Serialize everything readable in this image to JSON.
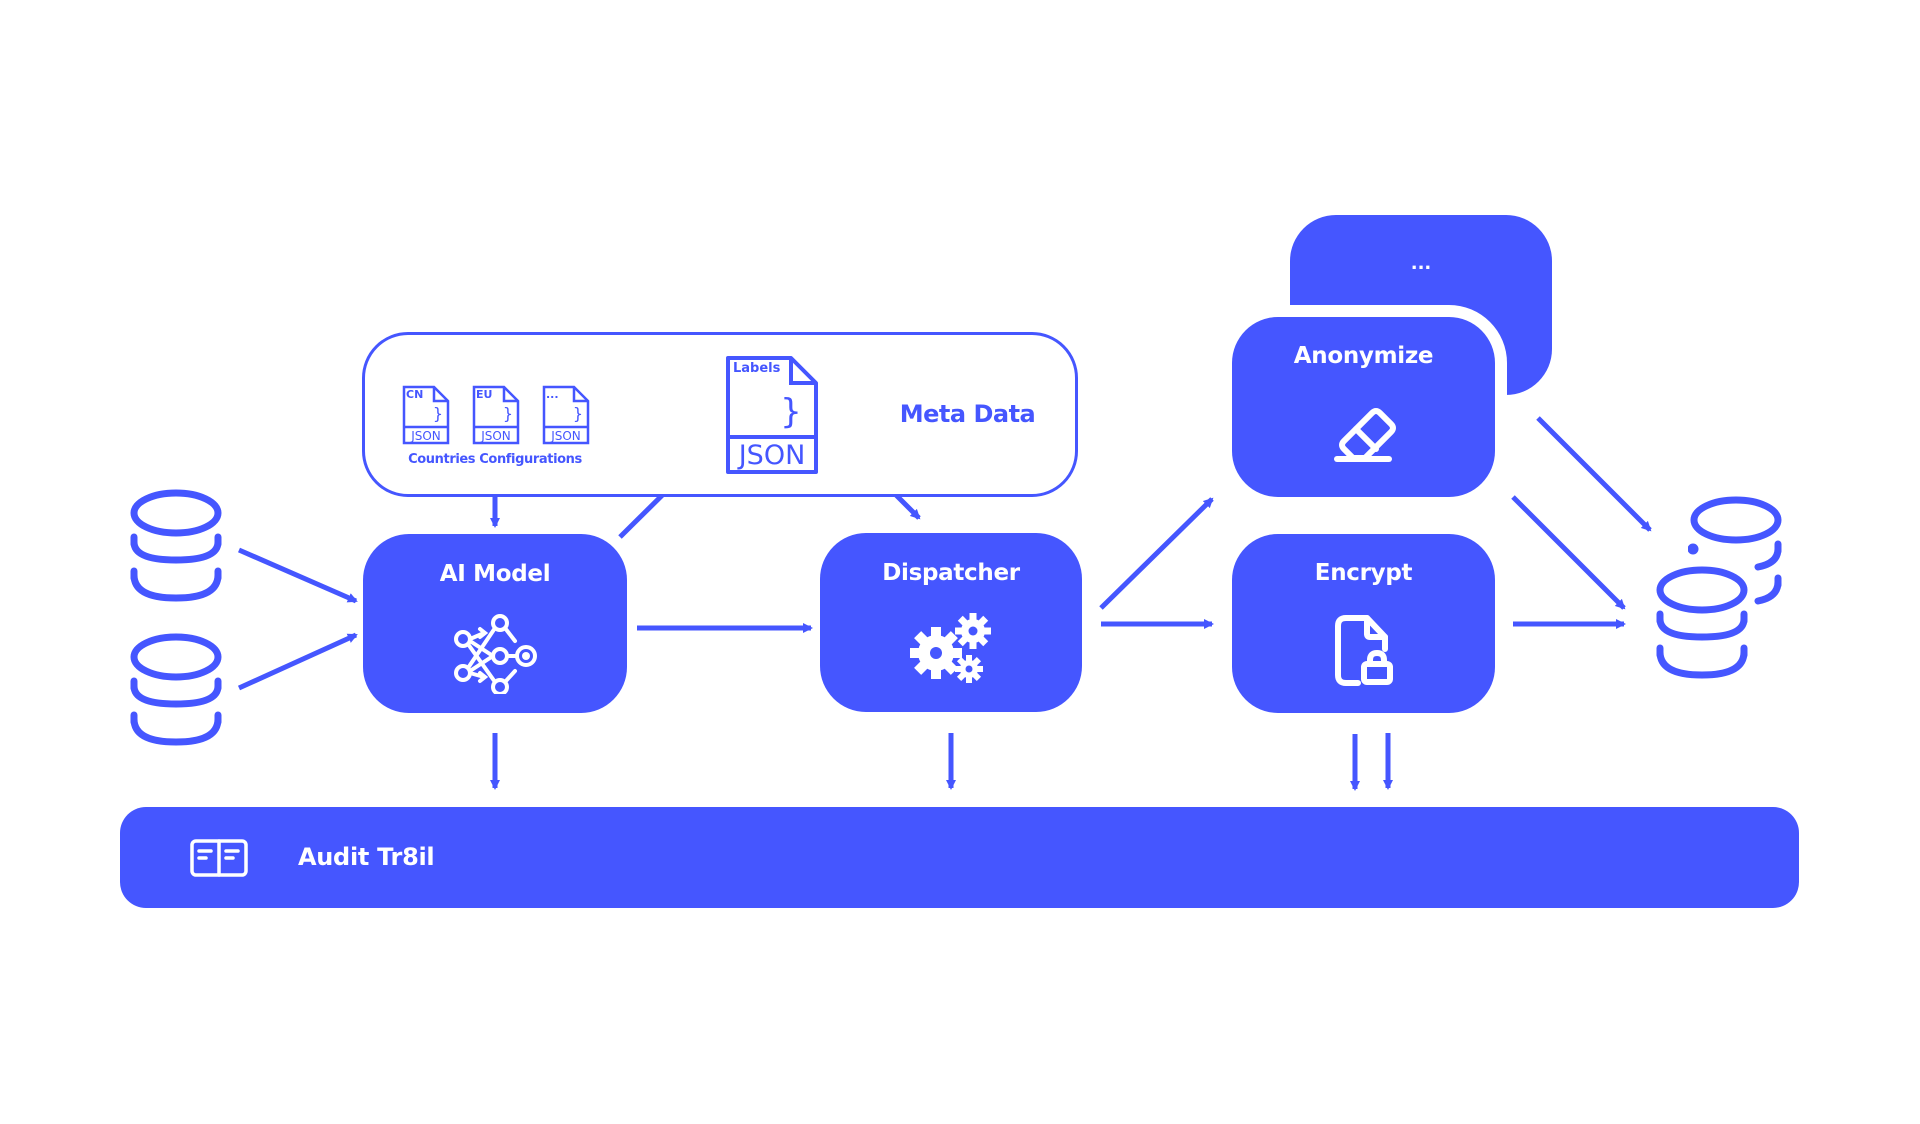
{
  "diagram": {
    "accent_color": "#4556FF",
    "background_color": "#FFFFFF",
    "meta_data": {
      "title": "Meta Data",
      "countries_caption": "Countries Configurations",
      "country_configs": [
        {
          "tag": "CN",
          "type": "JSON"
        },
        {
          "tag": "EU",
          "type": "JSON"
        },
        {
          "tag": "...",
          "type": "JSON"
        }
      ],
      "labels_doc": {
        "tag": "Labels",
        "type": "JSON"
      }
    },
    "nodes": {
      "ai_model": {
        "title": "AI Model",
        "icon": "neural-network-icon"
      },
      "dispatcher": {
        "title": "Dispatcher",
        "icon": "gears-icon"
      },
      "anonymize": {
        "title": "Anonymize",
        "icon": "eraser-icon"
      },
      "encrypt": {
        "title": "Encrypt",
        "icon": "file-lock-icon"
      },
      "more": {
        "title": "..."
      }
    },
    "audit": {
      "title": "Audit Tr8il",
      "icon": "book-open-icon"
    },
    "sources": [
      {
        "icon": "database-icon"
      },
      {
        "icon": "database-icon"
      }
    ],
    "targets": [
      {
        "icon": "database-icon"
      },
      {
        "icon": "database-icon"
      }
    ],
    "edges": [
      {
        "from": "source-1",
        "to": "ai_model"
      },
      {
        "from": "source-2",
        "to": "ai_model"
      },
      {
        "from": "countries_configurations",
        "to": "ai_model"
      },
      {
        "from": "ai_model",
        "to": "labels_doc"
      },
      {
        "from": "labels_doc",
        "to": "dispatcher"
      },
      {
        "from": "ai_model",
        "to": "dispatcher"
      },
      {
        "from": "dispatcher",
        "to": "anonymize"
      },
      {
        "from": "dispatcher",
        "to": "encrypt"
      },
      {
        "from": "more",
        "to": "target"
      },
      {
        "from": "anonymize",
        "to": "target"
      },
      {
        "from": "encrypt",
        "to": "target"
      },
      {
        "from": "ai_model",
        "to": "audit"
      },
      {
        "from": "dispatcher",
        "to": "audit"
      },
      {
        "from": "encrypt",
        "to": "audit"
      },
      {
        "from": "encrypt",
        "to": "audit"
      }
    ]
  }
}
